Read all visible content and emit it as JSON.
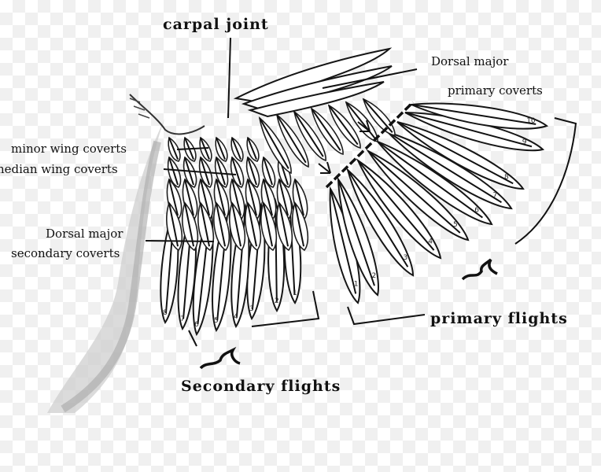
{
  "labels": {
    "carpal_joint": "carpal joint",
    "dorsal_major_primary_line1": "Dorsal major",
    "dorsal_major_primary_line2": "primary coverts",
    "minor_wing_coverts": "minor wing coverts",
    "median_wing_coverts": "nedian wing coverts",
    "dorsal_major_secondary_line1": "Dorsal major",
    "dorsal_major_secondary_line2": "secondary coverts",
    "primary_flights": "primary flights",
    "secondary_flights": "Secondary flights"
  },
  "primary_feather_numbers": [
    "1",
    "2",
    "3",
    "4",
    "5",
    "6",
    "7",
    "8",
    "9",
    "10"
  ],
  "secondary_feather_numbers": [
    "1",
    "2",
    "3",
    "4",
    "5",
    "6",
    "7",
    "8"
  ],
  "colors": {
    "ink": "#111111",
    "checker": "#f0f0f0",
    "paper": "#ffffff"
  }
}
